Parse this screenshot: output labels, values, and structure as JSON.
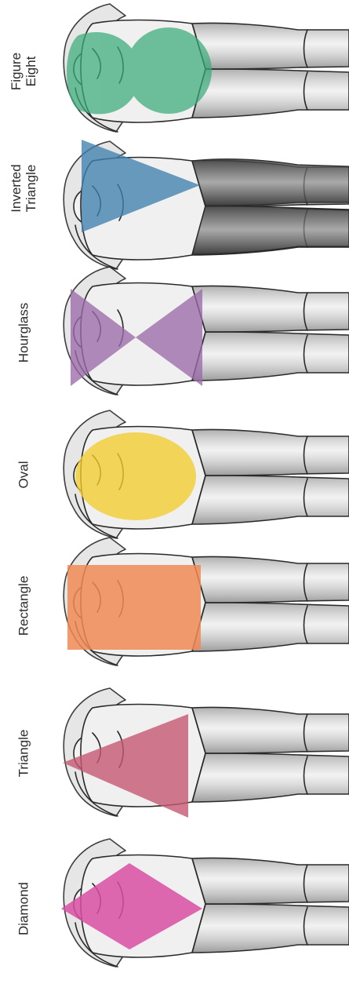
{
  "body_shapes": [
    {
      "key": "figure-eight",
      "lines": [
        "Figure",
        "Eight"
      ],
      "color": "#3aaa78",
      "opacity": 0.72
    },
    {
      "key": "inverted-triangle",
      "lines": [
        "Inverted",
        "Triangle"
      ],
      "color": "#3f80ac",
      "opacity": 0.78
    },
    {
      "key": "hourglass",
      "lines": [
        "Hourglass"
      ],
      "color": "#9a6aa8",
      "opacity": 0.78
    },
    {
      "key": "oval",
      "lines": [
        "Oval"
      ],
      "color": "#f2cc2e",
      "opacity": 0.78
    },
    {
      "key": "rectangle",
      "lines": [
        "Rectangle"
      ],
      "color": "#ee8a55",
      "opacity": 0.85
    },
    {
      "key": "triangle",
      "lines": [
        "Triangle"
      ],
      "color": "#c55873",
      "opacity": 0.8
    },
    {
      "key": "diamond",
      "lines": [
        "Diamond"
      ],
      "color": "#d94fa3",
      "opacity": 0.85
    }
  ]
}
